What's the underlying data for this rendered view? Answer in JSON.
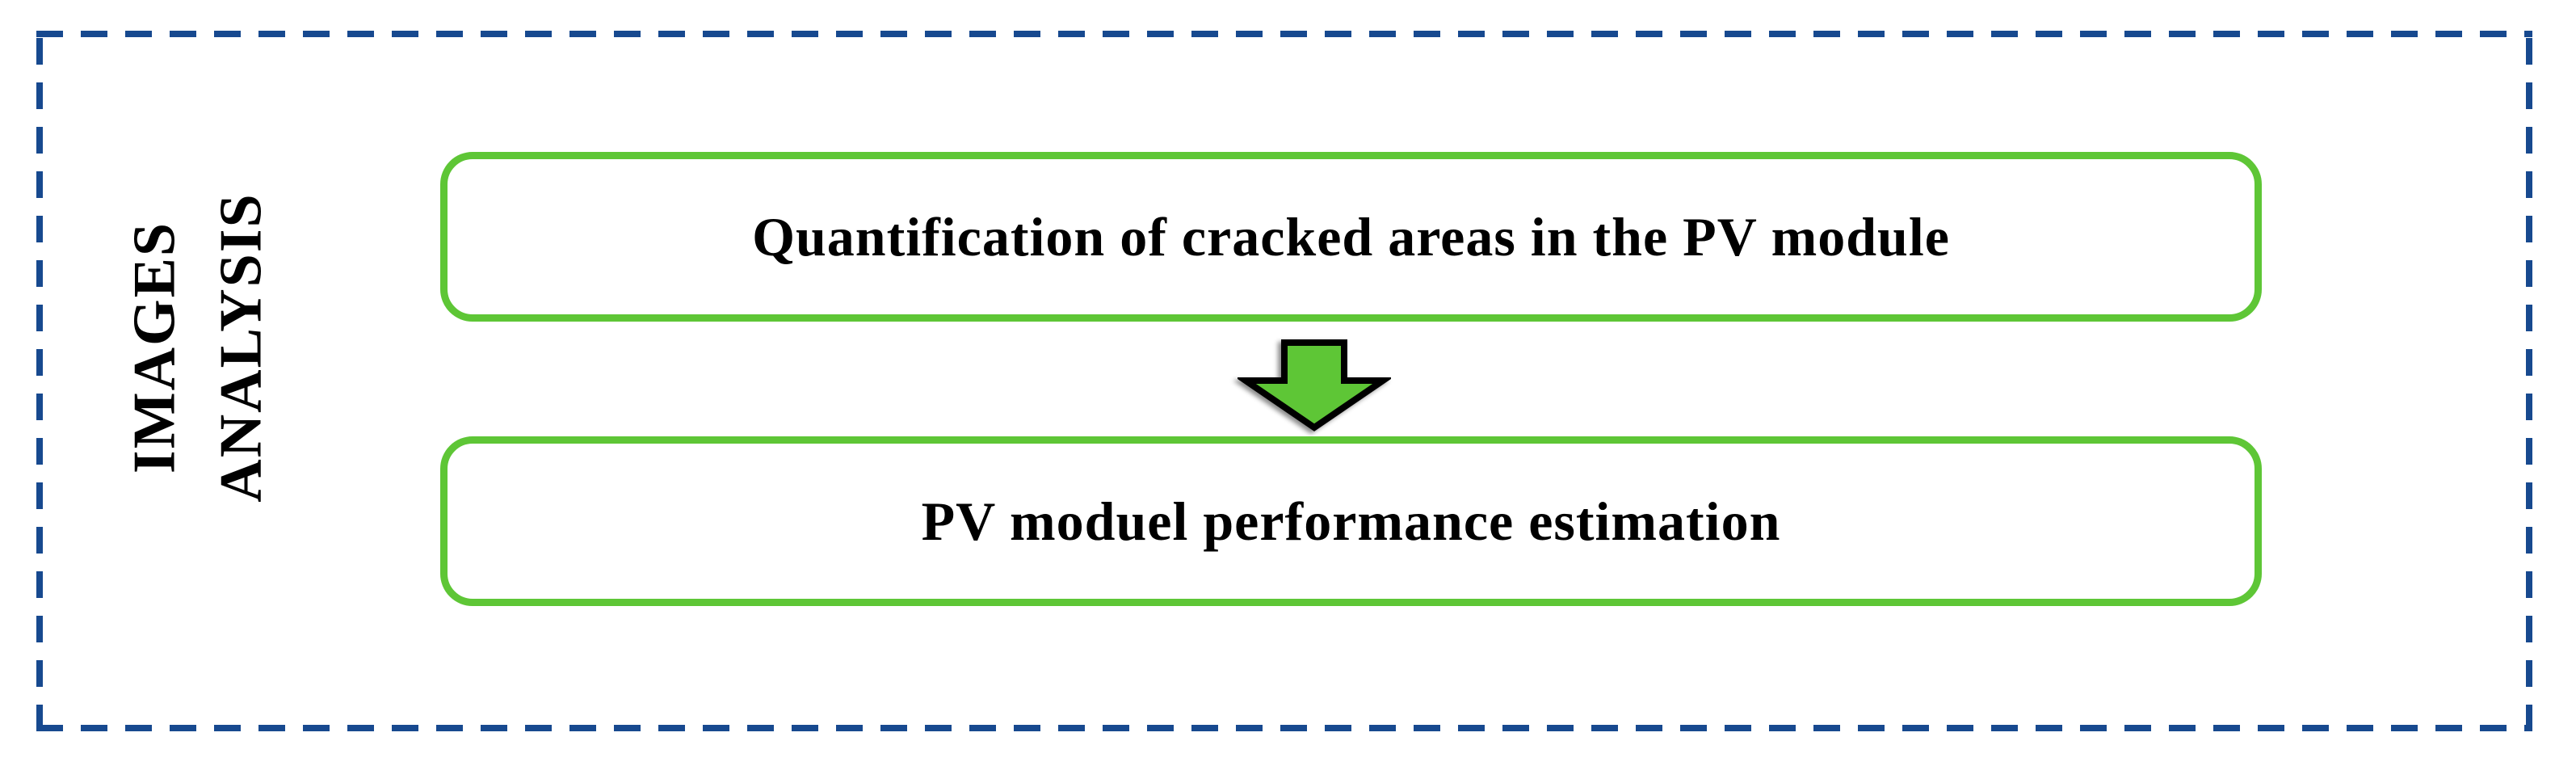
{
  "diagram": {
    "side_label": {
      "line1": "IMAGES",
      "line2": "ANALYSIS"
    },
    "boxes": [
      {
        "label": "Quantification of cracked areas in the PV module"
      },
      {
        "label": "PV moduel performance estimation"
      }
    ],
    "connector": {
      "icon": "down-arrow-icon"
    }
  },
  "colors": {
    "frame_blue": "#17498F",
    "box_green": "#5EC636",
    "arrow_outline": "#000000",
    "text_black": "#000000",
    "background": "#FFFFFF"
  }
}
